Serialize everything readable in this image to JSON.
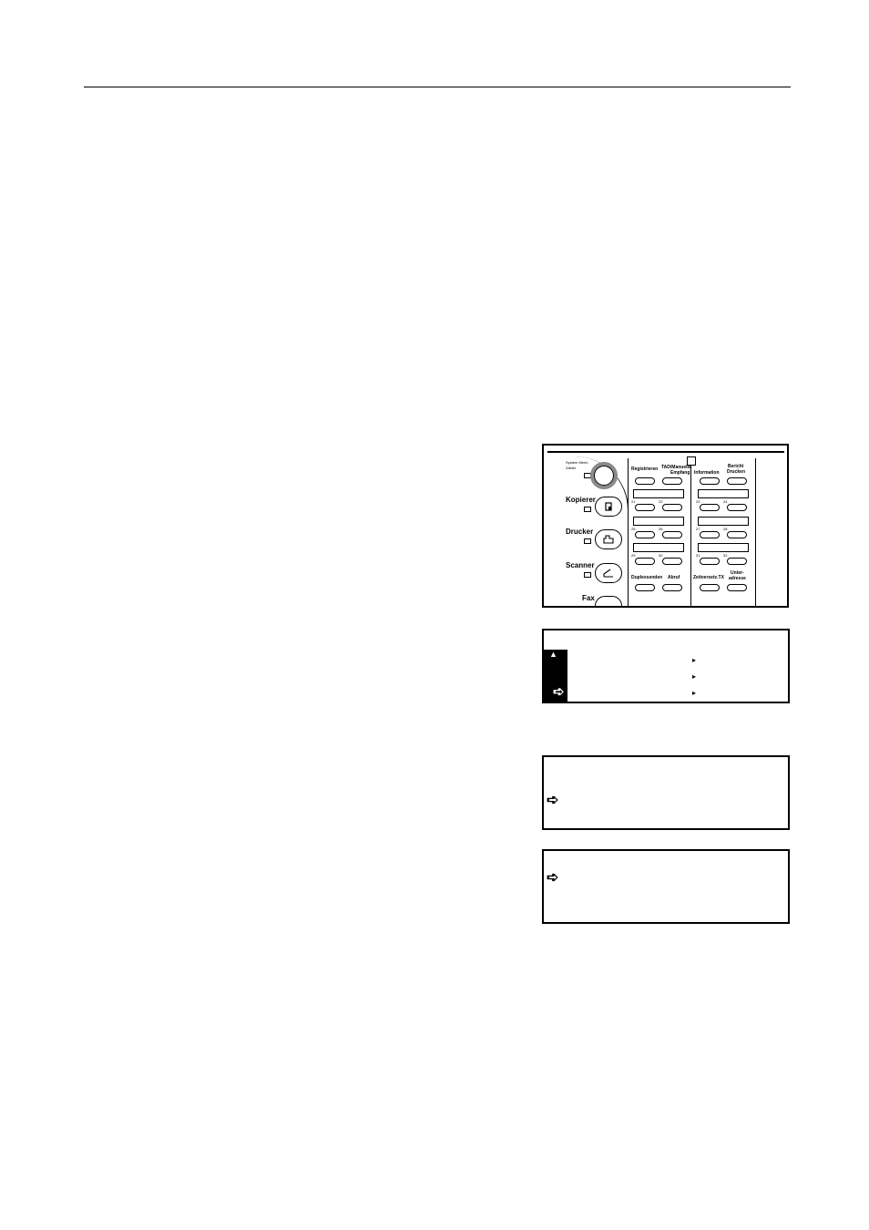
{
  "panel": {
    "system_menu": "System Menü",
    "zaehler": "Zähler",
    "kopierer": "Kopierer",
    "drucker": "Drucker",
    "scanner": "Scanner",
    "fax": "Fax",
    "registrieren": "Registrieren",
    "tad": "TAD/Manuelle",
    "empfang": "Empfang",
    "information": "Information",
    "bericht": "Bericht",
    "drucken": "Drucken",
    "duplexsenden": "Duplexsenden",
    "abruf": "Abruf",
    "zeitversetzt": "Zeitversetz.TX",
    "unter": "Unter-",
    "adresse": "adresse",
    "n21": "21",
    "n22": "22",
    "n23": "23",
    "n24": "24",
    "n25": "25",
    "n26": "26",
    "n27": "27",
    "n28": "28",
    "n29": "29",
    "n30": "30",
    "n31": "31",
    "n32": "32"
  },
  "lcd1": {
    "up_icon": "▲",
    "arrow_icon": "➪",
    "sub_icon": "▸"
  },
  "lcd2": {
    "arrow_icon": "➪"
  },
  "lcd3": {
    "arrow_icon": "➪"
  }
}
